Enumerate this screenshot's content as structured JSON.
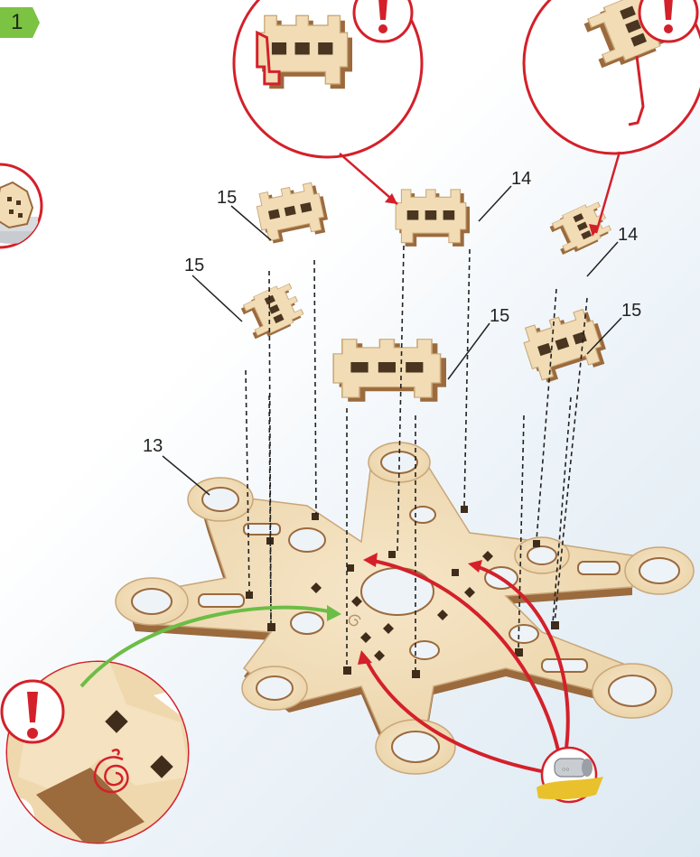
{
  "step_number": "1",
  "part_labels": {
    "p13": "13",
    "p14a": "14",
    "p14b": "14",
    "p15a": "15",
    "p15b": "15",
    "p15c": "15",
    "p15d": "15"
  },
  "colors": {
    "badge": "#7cc243",
    "callout_red": "#d4202a",
    "guide_green": "#6cbd45",
    "wood_face": "#f1dcb5",
    "wood_edge": "#9b6a3d",
    "tape": "#e9c12c"
  },
  "icons": [
    "exclamation-icon",
    "glue-tape-icon",
    "spiral-mark-icon"
  ]
}
